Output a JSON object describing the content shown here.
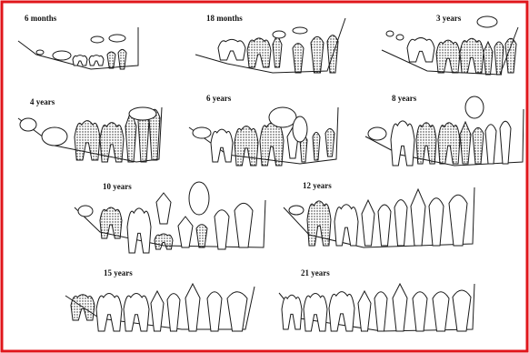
{
  "figure": {
    "border_color": "#e0161b",
    "ink_color": "#1a1a1a",
    "stipple_color": "#222222"
  },
  "panels": [
    {
      "label": "6 months"
    },
    {
      "label": "18 months"
    },
    {
      "label": "3 years"
    },
    {
      "label": "4 years"
    },
    {
      "label": "6 years"
    },
    {
      "label": "8 years"
    },
    {
      "label": "10 years"
    },
    {
      "label": "12 years"
    },
    {
      "label": "15 years"
    },
    {
      "label": "21 years"
    }
  ]
}
